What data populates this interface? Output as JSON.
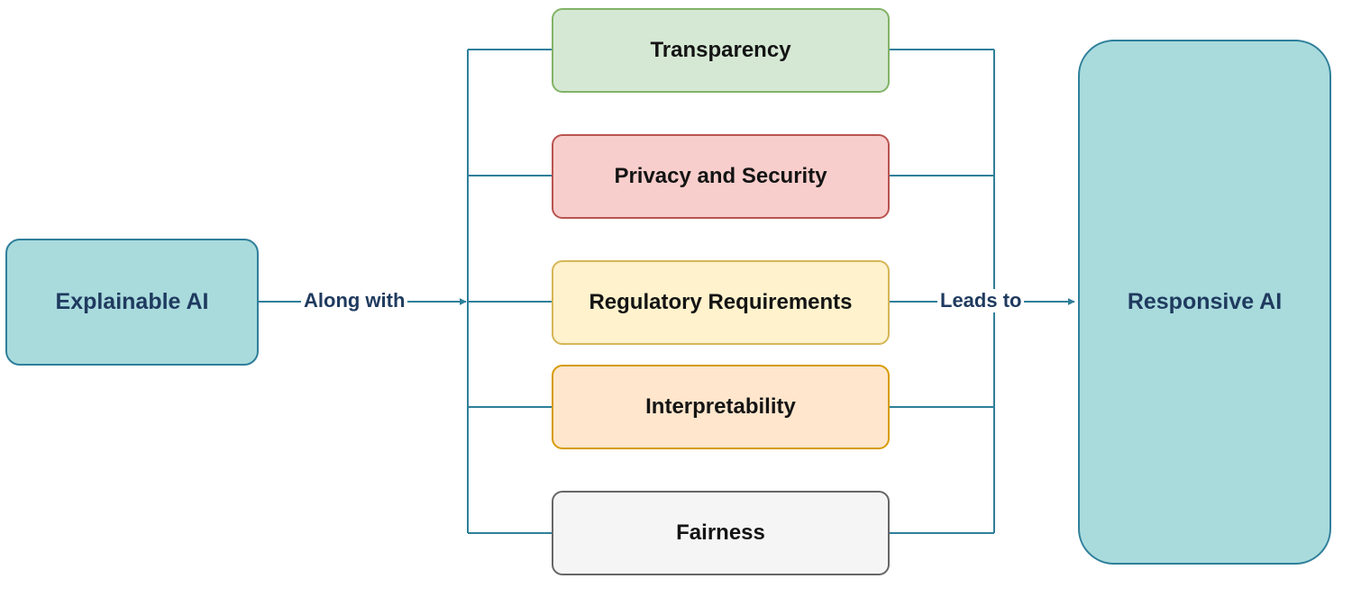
{
  "source": {
    "label": "Explainable AI",
    "fill": "#a9dbdd",
    "stroke": "#2f7f9a"
  },
  "target": {
    "label": "Responsive AI",
    "fill": "#a9dbdd",
    "stroke": "#2f7f9a"
  },
  "factors": [
    {
      "label": "Transparency",
      "fill": "#d5e8d4",
      "stroke": "#82b366"
    },
    {
      "label": "Privacy and Security",
      "fill": "#f8cecc",
      "stroke": "#b85450"
    },
    {
      "label": "Regulatory Requirements",
      "fill": "#fff2cc",
      "stroke": "#d6b656"
    },
    {
      "label": "Interpretability",
      "fill": "#ffe6cc",
      "stroke": "#d79b00"
    },
    {
      "label": "Fairness",
      "fill": "#f5f5f5",
      "stroke": "#666666"
    }
  ],
  "edges": {
    "along_with": "Along with",
    "leads_to": "Leads to",
    "line_color": "#2f7f9a"
  }
}
